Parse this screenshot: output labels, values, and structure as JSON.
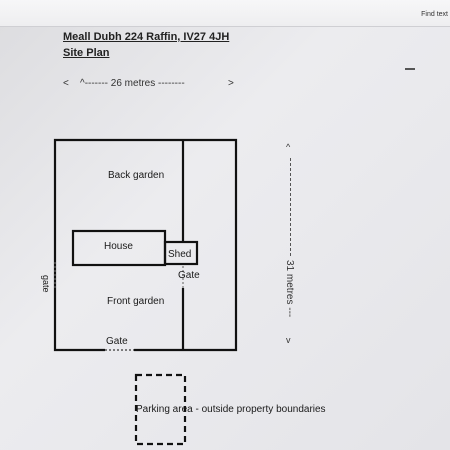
{
  "toolbar": {
    "find_label": "Find text"
  },
  "document": {
    "title": "Meall Dubh 224 Raffin, IV27 4JH",
    "subtitle": "Site Plan"
  },
  "dimensions": {
    "width": {
      "left_arrow": "<",
      "text": "^------- 26 metres --------",
      "right_arrow": ">"
    },
    "height": {
      "up_arrow": "^",
      "text": "31 metres ---",
      "down_arrow": "v"
    }
  },
  "plan": {
    "back_garden": "Back garden",
    "house": "House",
    "shed": "Shed",
    "gate_inner": "Gate",
    "gate_left": "gate",
    "front_garden": "Front garden",
    "gate_bottom": "Gate"
  },
  "parking": {
    "label": "Parking area  -  outside property boundaries"
  }
}
